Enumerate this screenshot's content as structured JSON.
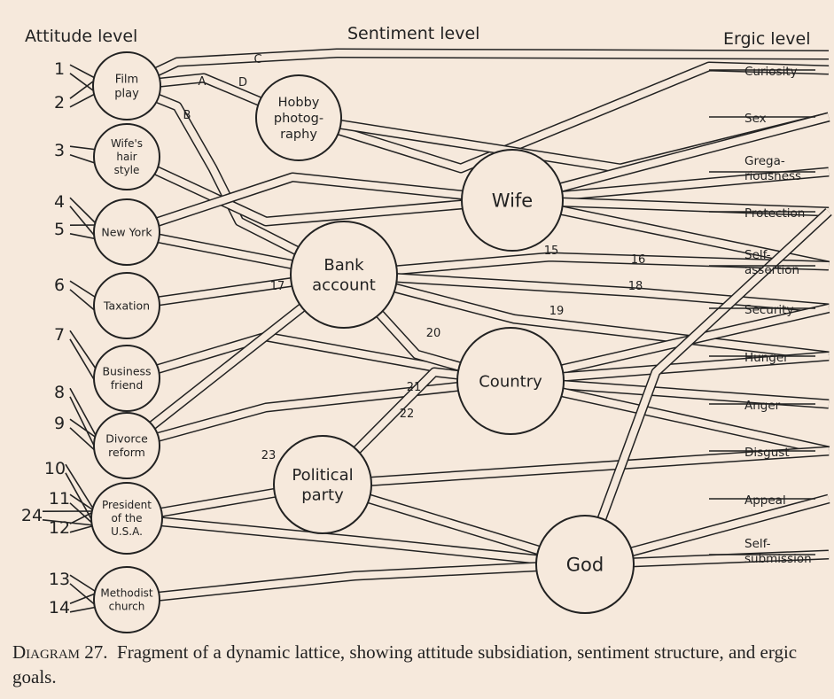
{
  "headers": {
    "attitude": "Attitude level",
    "sentiment": "Sentiment level",
    "ergic": "Ergic level"
  },
  "attitudes": [
    {
      "lines": [
        "Film",
        "play"
      ]
    },
    {
      "lines": [
        "Wife's",
        "hair",
        "style"
      ]
    },
    {
      "lines": [
        "New York"
      ]
    },
    {
      "lines": [
        "Taxation"
      ]
    },
    {
      "lines": [
        "Business",
        "friend"
      ]
    },
    {
      "lines": [
        "Divorce",
        "reform"
      ]
    },
    {
      "lines": [
        "President",
        "of the",
        "U.S.A."
      ]
    },
    {
      "lines": [
        "Methodist",
        "church"
      ]
    }
  ],
  "sentiments": [
    {
      "lines": [
        "Hobby",
        "photog-",
        "raphy"
      ]
    },
    {
      "lines": [
        "Wife"
      ]
    },
    {
      "lines": [
        "Bank",
        "account"
      ]
    },
    {
      "lines": [
        "Country"
      ]
    },
    {
      "lines": [
        "Political",
        "party"
      ]
    },
    {
      "lines": [
        "God"
      ]
    }
  ],
  "ergs": [
    {
      "lines": [
        "Curiosity"
      ]
    },
    {
      "lines": [
        "Sex"
      ]
    },
    {
      "lines": [
        "Grega-",
        "riousness"
      ]
    },
    {
      "lines": [
        "Protection"
      ]
    },
    {
      "lines": [
        "Self-",
        "assertion"
      ]
    },
    {
      "lines": [
        "Security"
      ]
    },
    {
      "lines": [
        "Hunger"
      ]
    },
    {
      "lines": [
        "Anger"
      ]
    },
    {
      "lines": [
        "Disgust"
      ]
    },
    {
      "lines": [
        "Appeal"
      ]
    },
    {
      "lines": [
        "Self-",
        "submission"
      ]
    }
  ],
  "attitude_numbers": [
    "1",
    "2",
    "3",
    "4",
    "5",
    "6",
    "7",
    "8",
    "9",
    "10",
    "11",
    "12",
    "13",
    "14",
    "24"
  ],
  "path_numbers": [
    "15",
    "16",
    "17",
    "18",
    "19",
    "20",
    "21",
    "22",
    "23"
  ],
  "path_letters": [
    "A",
    "B",
    "C",
    "D"
  ],
  "caption": {
    "label": "Diagram 27.",
    "text": "Fragment of a dynamic lattice, showing attitude subsidiation, sentiment structure, and ergic goals."
  }
}
